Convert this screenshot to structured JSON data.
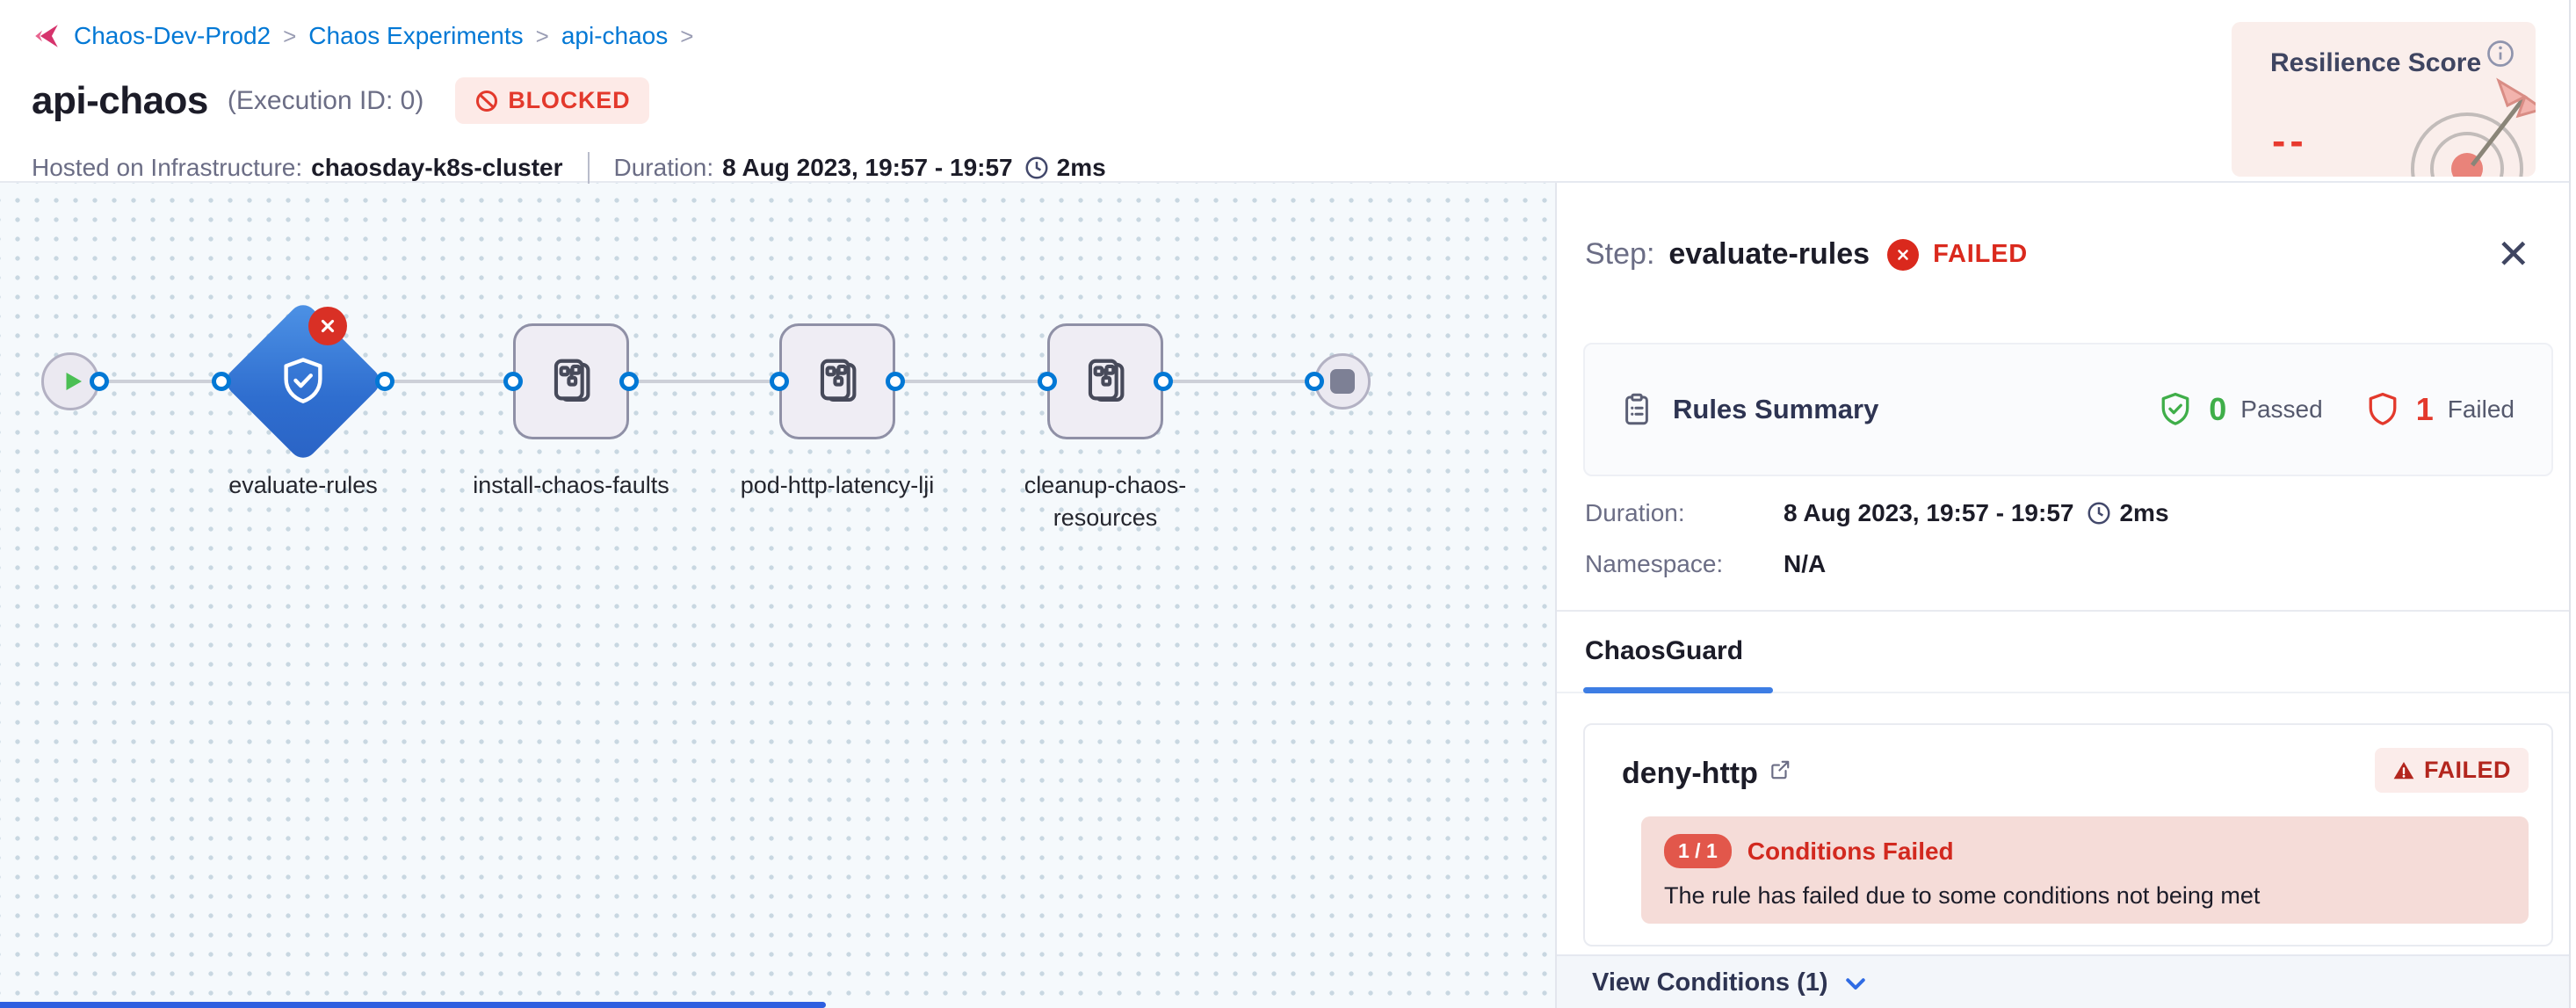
{
  "breadcrumb": {
    "separator": ">",
    "items": [
      "Chaos-Dev-Prod2",
      "Chaos Experiments",
      "api-chaos"
    ]
  },
  "header": {
    "title": "api-chaos",
    "execution_id": "(Execution ID: 0)",
    "status_badge": "BLOCKED",
    "hosted_label": "Hosted on Infrastructure:",
    "hosted_value": "chaosday-k8s-cluster",
    "duration_label": "Duration:",
    "duration_value": "8 Aug 2023, 19:57 - 19:57",
    "duration_ms": "2ms"
  },
  "resilience": {
    "title": "Resilience Score",
    "value": "--"
  },
  "pipeline": {
    "nodes": [
      {
        "id": "start",
        "type": "play-circle",
        "label": ""
      },
      {
        "id": "evaluate-rules",
        "type": "diamond-shield",
        "status": "failed",
        "label": "evaluate-rules"
      },
      {
        "id": "install-chaos-faults",
        "type": "fault-step",
        "label": "install-chaos-faults"
      },
      {
        "id": "pod-http-latency-lji",
        "type": "fault-step",
        "label": "pod-http-latency-lji"
      },
      {
        "id": "cleanup-chaos-resources",
        "type": "fault-step",
        "label": "cleanup-chaos-resources"
      },
      {
        "id": "end",
        "type": "stop-circle",
        "label": ""
      }
    ]
  },
  "panel": {
    "step_label": "Step:",
    "step_name": "evaluate-rules",
    "step_status": "FAILED",
    "rules_summary": {
      "title": "Rules Summary",
      "passed_count": "0",
      "passed_label": "Passed",
      "failed_count": "1",
      "failed_label": "Failed"
    },
    "duration": {
      "label": "Duration:",
      "value": "8 Aug 2023, 19:57 - 19:57",
      "ms": "2ms"
    },
    "namespace": {
      "label": "Namespace:",
      "value": "N/A"
    },
    "tab": "ChaosGuard",
    "rule_card": {
      "name": "deny-http",
      "badge": "FAILED",
      "conditions_ratio": "1 / 1",
      "conditions_title": "Conditions Failed",
      "conditions_desc": "The rule has failed due to some conditions not being met"
    },
    "footer": {
      "view_conditions": "View Conditions (1)"
    }
  },
  "colors": {
    "accent_blue": "#0278d5",
    "error_red": "#da291d",
    "success_green": "#3fae49",
    "blocked_bg": "#fdeae7",
    "resilience_bg": "#faeeeb",
    "canvas_bg": "#f5f9fc",
    "diamond_blue": "#2f6ecf",
    "tab_underline": "#3d7de4"
  }
}
